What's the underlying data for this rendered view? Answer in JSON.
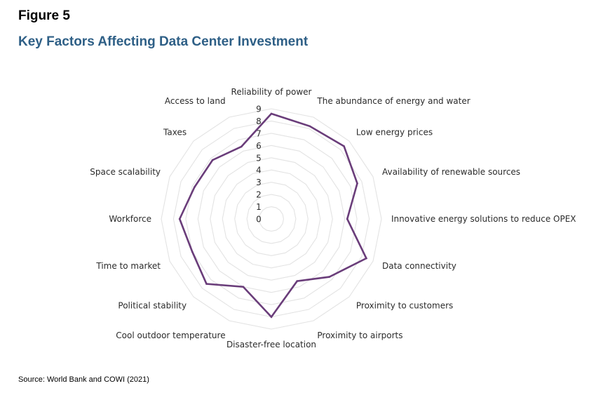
{
  "figure_label": "Figure 5",
  "title": "Key Factors Affecting Data Center Investment",
  "source": "Source: World Bank and COWI (2021)",
  "colors": {
    "series": "#6a3d7a",
    "grid": "#e3e3e3",
    "title": "#2e5f86"
  },
  "chart_data": {
    "type": "radar",
    "categories": [
      "Reliability of power",
      "The abundance of energy and water",
      "Low energy prices",
      "Availability of renewable sources",
      "Innovative energy solutions to reduce OPEX",
      "Data connectivity",
      "Proximity to customers",
      "Proximity to airports",
      "Disaster-free location",
      "Cool outdoor temperature",
      "Political stability",
      "Time to market",
      "Workforce",
      "Space scalability",
      "Taxes",
      "Access to land"
    ],
    "values": [
      8.6,
      8.2,
      8.4,
      7.6,
      6.2,
      8.4,
      6.7,
      5.5,
      8.0,
      6.0,
      7.5,
      7.0,
      7.5,
      6.8,
      6.8,
      6.4
    ],
    "rlim": [
      0,
      9
    ],
    "ticks": [
      "0",
      "1",
      "2",
      "3",
      "4",
      "5",
      "6",
      "7",
      "8",
      "9"
    ],
    "grid": true,
    "legend": "none"
  }
}
